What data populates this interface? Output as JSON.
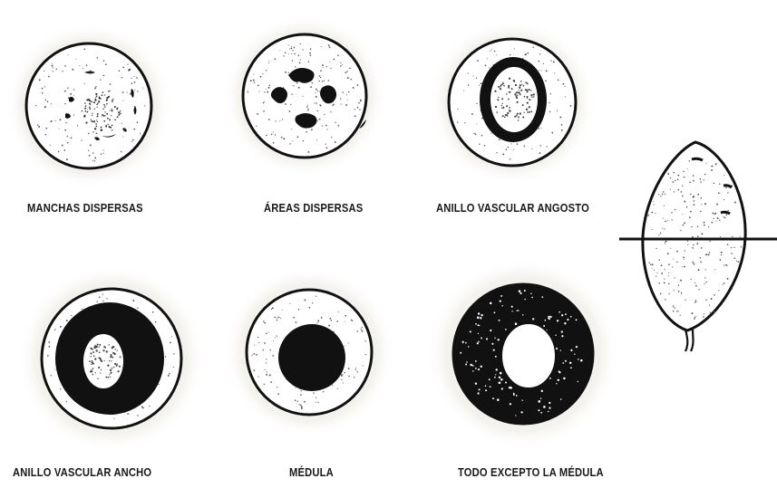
{
  "labels": {
    "manchas_dispersas": "MANCHAS DISPERSAS",
    "areas_dispersas": "ÁREAS DISPERSAS",
    "anillo_vascular_angosto": "ANILLO VASCULAR ANGOSTO",
    "anillo_vascular_ancho": "ANILLO VASCULAR ANCHO",
    "medula": "MÉDULA",
    "todo_excepto_la_medula": "TODO EXCEPTO LA MÉDULA"
  },
  "colors": {
    "ink": "#111111",
    "paper": "#ffffff",
    "halo": "#f6f4f1"
  }
}
